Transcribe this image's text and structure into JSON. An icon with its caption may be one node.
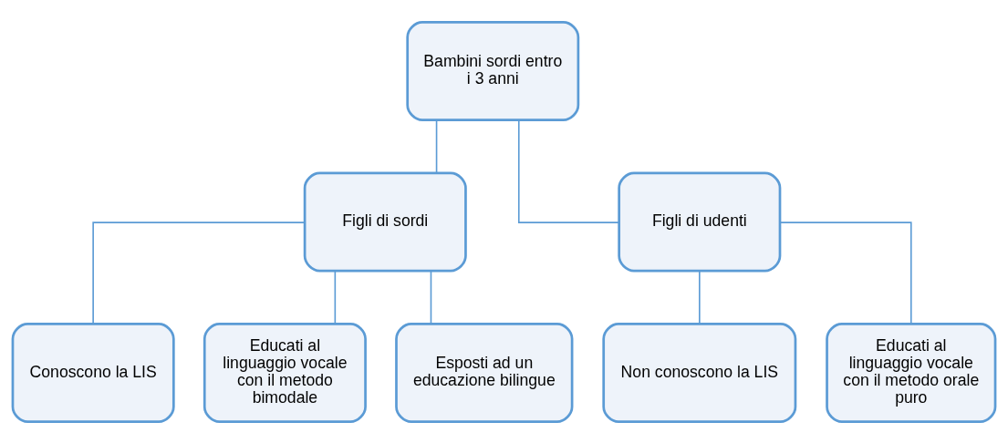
{
  "diagram": {
    "nodes": [
      {
        "text": [
          "Bambini sordi entro i 3 anni"
        ]
      },
      {
        "text": [
          "Figli di sordi"
        ]
      },
      {
        "text": [
          "Figli di udenti"
        ]
      },
      {
        "text": [
          "Conoscono la LIS"
        ]
      },
      {
        "text": [
          "Educati al linguaggio vocale con il metodo bimodale"
        ]
      },
      {
        "text": [
          "Esposti ad un educazione bilingue"
        ]
      },
      {
        "text": [
          "Non conoscono la LIS"
        ]
      },
      {
        "text": [
          "Educati al linguaggio vocale con il metodo orale puro"
        ]
      }
    ],
    "edges": [
      {
        "from": 0,
        "to": 1,
        "arrow": "none"
      },
      {
        "from": 0,
        "to": 2,
        "arrow": "none"
      },
      {
        "from": 1,
        "to": 3,
        "arrow": "none"
      },
      {
        "from": 1,
        "to": 4,
        "arrow": "none"
      },
      {
        "from": 1,
        "to": 5,
        "arrow": "none"
      },
      {
        "from": 2,
        "to": 6,
        "arrow": "none"
      },
      {
        "from": 2,
        "to": 7,
        "arrow": "none"
      }
    ]
  }
}
